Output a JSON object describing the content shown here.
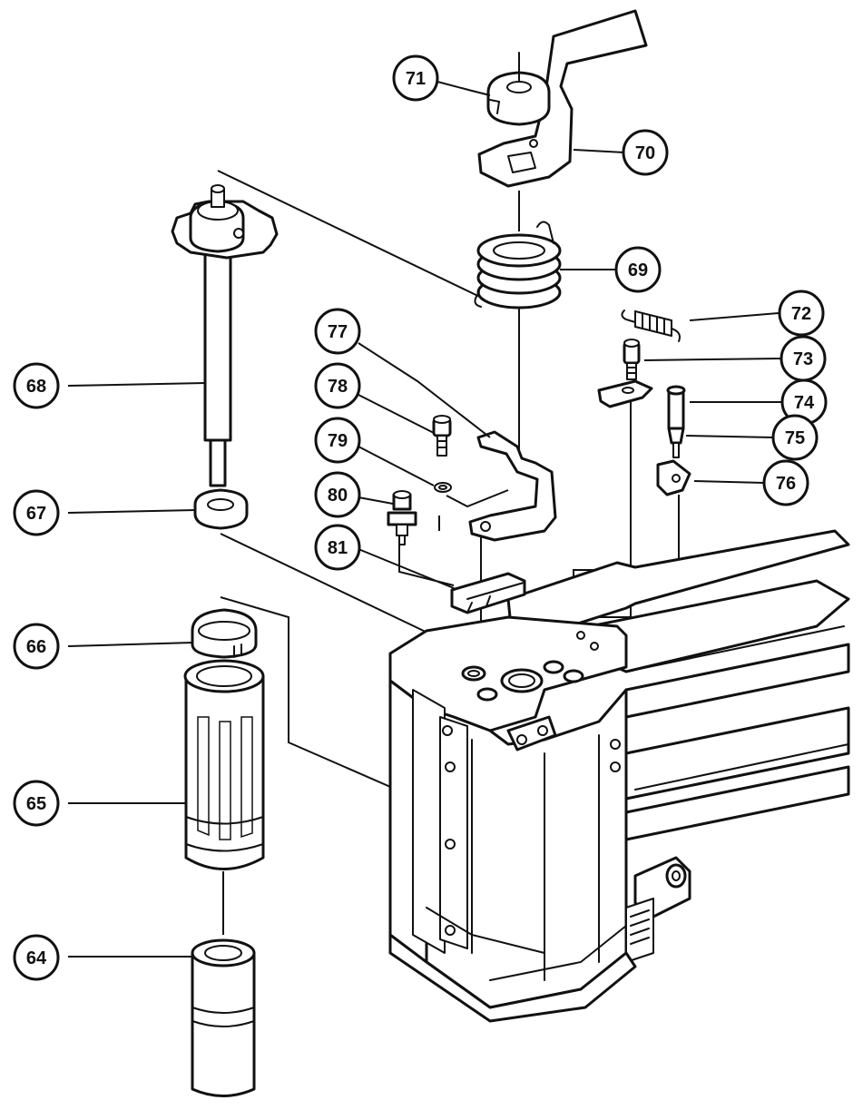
{
  "diagram": {
    "callouts": [
      {
        "id": "64",
        "label": "64"
      },
      {
        "id": "65",
        "label": "65"
      },
      {
        "id": "66",
        "label": "66"
      },
      {
        "id": "67",
        "label": "67"
      },
      {
        "id": "68",
        "label": "68"
      },
      {
        "id": "69",
        "label": "69"
      },
      {
        "id": "70",
        "label": "70"
      },
      {
        "id": "71",
        "label": "71"
      },
      {
        "id": "72",
        "label": "72"
      },
      {
        "id": "73",
        "label": "73"
      },
      {
        "id": "74",
        "label": "74"
      },
      {
        "id": "75",
        "label": "75"
      },
      {
        "id": "76",
        "label": "76"
      },
      {
        "id": "77",
        "label": "77"
      },
      {
        "id": "78",
        "label": "78"
      },
      {
        "id": "79",
        "label": "79"
      },
      {
        "id": "80",
        "label": "80"
      },
      {
        "id": "81",
        "label": "81"
      }
    ]
  }
}
